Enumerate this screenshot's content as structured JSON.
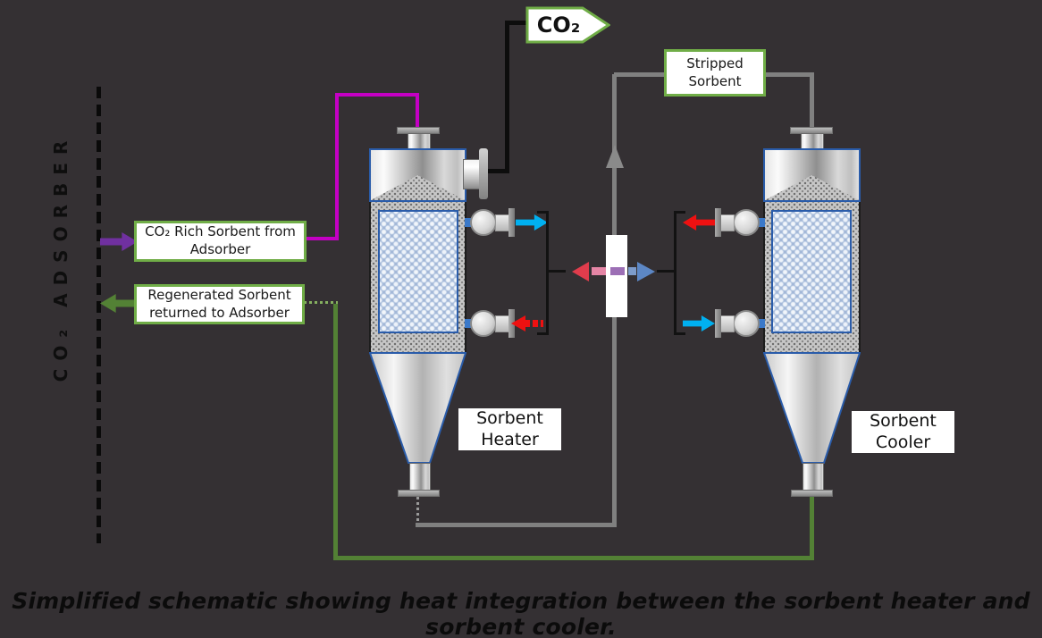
{
  "caption": "Simplified schematic showing heat integration between the sorbent heater and sorbent cooler.",
  "adsorber": {
    "label": "CO₂ ADSORBER"
  },
  "labels": {
    "co2_outlet": "CO₂",
    "stripped_sorbent": "Stripped Sorbent",
    "co2_rich": "CO₂ Rich Sorbent from Adsorber",
    "regenerated": "Regenerated Sorbent returned to Adsorber",
    "sorbent_heater": "Sorbent Heater",
    "sorbent_cooler": "Sorbent Cooler"
  },
  "colors": {
    "background": "#343033",
    "label_box_border_green": "#70AD47",
    "co2_rich_stream_purple": "#7030A0",
    "rich_sorbent_pipe_magenta": "#C400C4",
    "regenerated_pipe_green": "#538135",
    "stripped_sorbent_pipe_gray": "#808080",
    "co2_gas_pipe_black": "#000000",
    "hot_stream_red": "#EE1111",
    "cold_stream_cyan": "#00B0F0",
    "exchange_left_head": "#E03C4C",
    "exchange_right_head": "#5C87C5",
    "vessel_outline_blue": "#2A5CAA"
  },
  "streams": {
    "co2_rich_inlet_arrow": "purple, points right from adsorber boundary into diagram",
    "regenerated_return_arrow": "green, points left across adsorber boundary",
    "stripped_sorbent_arrow": "gray, points up along exchanger line",
    "heater_top_arrow": "cyan, points right out of heater top pump",
    "heater_bottom_arrow": "red dashed, points left into heater bottom pump",
    "cooler_top_arrow": "red, points left out of cooler top pump",
    "cooler_bottom_arrow": "cyan, points right into cooler bottom pump",
    "exchange_arrows": "dashed red-to-left and blue-to-right through white exchanger bar"
  }
}
